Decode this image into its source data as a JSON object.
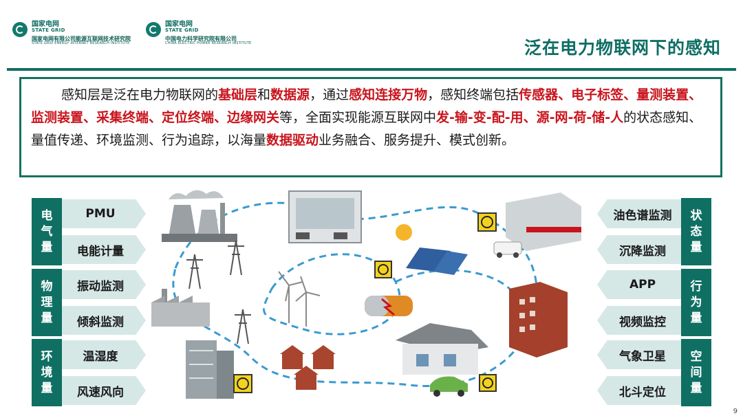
{
  "header": {
    "logo1": {
      "cn": "国家电网",
      "en": "STATE GRID",
      "org": "国家电网有限公司能源互联网技术研究院",
      "org_en": "STATE GRID ENERGY INTERNET RESEARCH INSTITUTE"
    },
    "logo2": {
      "cn": "国家电网",
      "en": "STATE GRID",
      "org": "中国电力科学研究院有限公司",
      "org_en": "CHINA ELECTRIC POWER RESEARCH INSTITUTE"
    },
    "title": "泛在电力物联网下的感知"
  },
  "description": {
    "segments": [
      {
        "text": "感知层是泛在电力物联网的",
        "hl": false
      },
      {
        "text": "基础层",
        "hl": true
      },
      {
        "text": "和",
        "hl": false
      },
      {
        "text": "数据源",
        "hl": true
      },
      {
        "text": "，通过",
        "hl": false
      },
      {
        "text": "感知连接万物",
        "hl": true
      },
      {
        "text": "，感知终端包括",
        "hl": false
      },
      {
        "text": "传感器、电子标签、量测装置、监测装置、采集终端、定位终端、边缘网关",
        "hl": true
      },
      {
        "text": "等，全面实现能源互联网中",
        "hl": false
      },
      {
        "text": "发-输-变-配-用、源-网-荷-储-人",
        "hl": true
      },
      {
        "text": "的状态感知、量值传递、环境监测、行为追踪，以海量",
        "hl": false
      },
      {
        "text": "数据驱动",
        "hl": true
      },
      {
        "text": "业务融合、服务提升、模式创新。",
        "hl": false
      }
    ]
  },
  "left_groups": [
    {
      "category": "电\n气\n量",
      "items": [
        "PMU",
        "电能计量"
      ]
    },
    {
      "category": "物\n理\n量",
      "items": [
        "振动监测",
        "倾斜监测"
      ]
    },
    {
      "category": "环\n境\n量",
      "items": [
        "温湿度",
        "风速风向"
      ]
    }
  ],
  "right_groups": [
    {
      "category": "状\n态\n量",
      "items": [
        "油色谱监测",
        "沉降监测"
      ]
    },
    {
      "category": "行\n为\n量",
      "items": [
        "APP",
        "视频监控"
      ]
    },
    {
      "category": "空\n间\n量",
      "items": [
        "气象卫星",
        "北斗定位"
      ]
    }
  ],
  "page_number": "9",
  "colors": {
    "brand": "#0f6f63",
    "highlight": "#c8141c",
    "item_bg": "#d6e8e6"
  }
}
